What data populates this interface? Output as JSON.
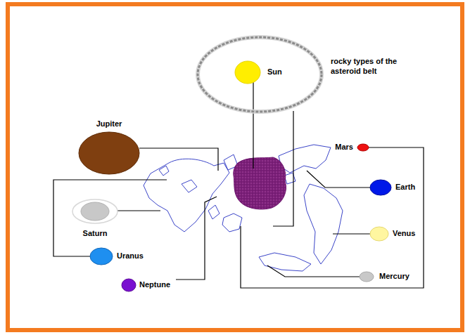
{
  "diagram": {
    "nodes": [
      {
        "text": [
          "rocky types of the asteroid belt"
        ]
      },
      {
        "text": [
          "Sun"
        ],
        "in": 0
      },
      {
        "text": [
          "Jupiter"
        ]
      },
      {
        "text": [
          "Mars"
        ]
      },
      {
        "text": [
          "Earth"
        ]
      },
      {
        "text": [
          "Saturn"
        ]
      },
      {
        "text": [
          "Venus"
        ]
      },
      {
        "text": [
          "Uranus"
        ]
      },
      {
        "text": [
          "Mercury"
        ]
      },
      {
        "text": [
          "Neptune"
        ]
      }
    ]
  }
}
